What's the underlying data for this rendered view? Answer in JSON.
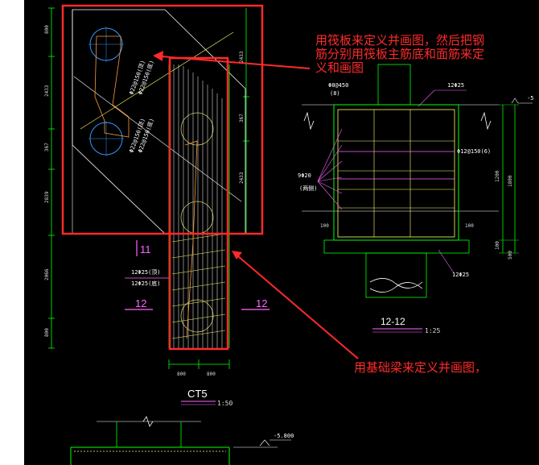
{
  "colors": {
    "background": "#000000",
    "annotation": "#ff2a2a",
    "rebar": "#ffff66",
    "stirrup": "#ff66ff",
    "outline": "#00ff00",
    "circle": "#3399ff",
    "text": "#ffffff"
  },
  "annotations": {
    "raft": "用筏板来定义并画图，然后把钢\n筋分别用筏板主筋底和面筋来定\n义和画图",
    "beam": "用基础梁来定义并画图，"
  },
  "plan": {
    "dims_left": [
      "800",
      "2433",
      "367",
      "2839",
      "2066",
      "800"
    ],
    "dims_right": [
      "2433",
      "367",
      "2433"
    ],
    "dims_bottom": [
      "800",
      "800"
    ],
    "rebar_labels_1": [
      "Φ22@150(顶)",
      "Φ22@150(底)"
    ],
    "rebar_labels_2": [
      "Φ22@150(顶)",
      "Φ22@150(底)"
    ],
    "beam_label_1": "12Φ25(顶)",
    "beam_label_2": "12Φ25(底)",
    "section_mark_11": "11",
    "section_mark_12_left": "12",
    "section_mark_12_right": "12",
    "title": "CT5",
    "scale": "1:50"
  },
  "section": {
    "stirrup_label": "Φ8@450",
    "stirrup_sub": "(8)",
    "top_bar_label": "12Φ25",
    "side_label": "Φ12@150(6)",
    "left_label": "9Φ20",
    "left_sub": "(两侧)",
    "bottom_bar_label": "12Φ25",
    "level": "-5",
    "dim_1200": "1200",
    "dim_1800": "1800",
    "dim_100_a": "100",
    "dim_100_b": "100",
    "dim_100_c": "100",
    "dim_500": "500",
    "title": "12-12",
    "scale": "1:25"
  },
  "bottom": {
    "level": "-5.800"
  }
}
